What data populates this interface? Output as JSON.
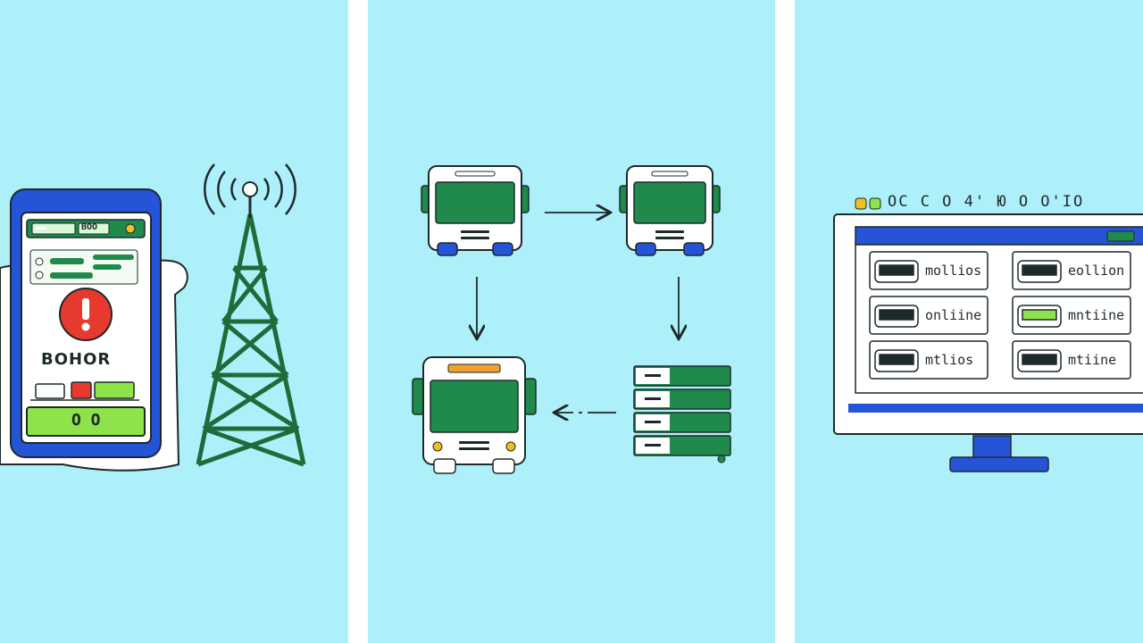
{
  "phone": {
    "status_text": "BOHOR",
    "bottom_button_label": "O O",
    "top_bar_left": "▬▬",
    "top_bar_right": "BOO"
  },
  "monitor": {
    "top_label": "OC C O 4' Ю O  O'IO",
    "tiles": [
      {
        "label": "mollios"
      },
      {
        "label": "eollion"
      },
      {
        "label": "onliine"
      },
      {
        "label": "mntiine"
      },
      {
        "label": "mtlios"
      },
      {
        "label": "mtiine"
      }
    ]
  },
  "colors": {
    "background": "#aef0fa",
    "green": "#1f8a4c",
    "blue": "#2555d6",
    "red": "#e8392f",
    "lime": "#8ee24a",
    "yellow": "#f0c020"
  }
}
